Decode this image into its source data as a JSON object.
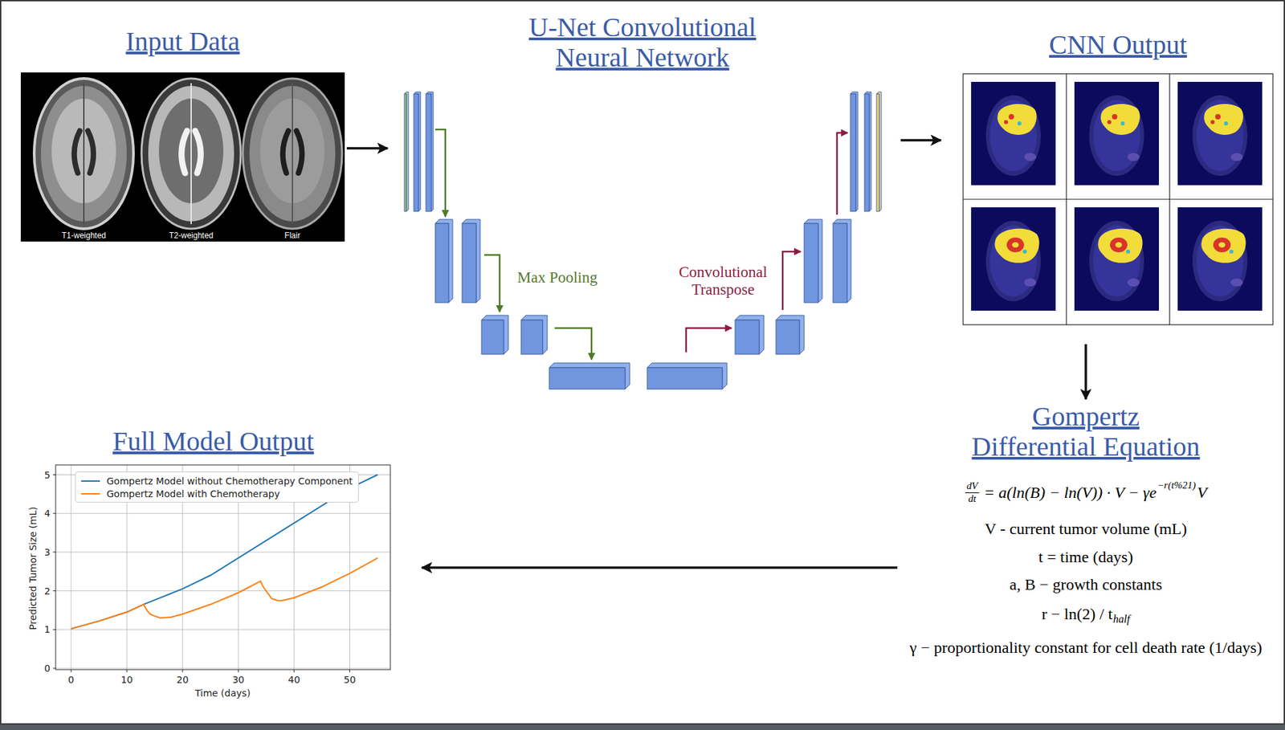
{
  "diagram": {
    "nodes": [
      {
        "text": [
          "Input Data",
          "T1-weighted",
          "T2-weighted",
          "Flair"
        ]
      },
      {
        "text": [
          "U-Net Convolutional Neural Network",
          "Max Pooling",
          "Convolutional Transpose"
        ]
      },
      {
        "text": [
          "CNN Output"
        ]
      },
      {
        "text": [
          "Gompertz Differential Equation",
          "dV",
          "dt",
          "= a(ln(B) − ln(V)) · V − γe",
          "−r(t%21)",
          "V",
          "V - current tumor volume (mL)",
          "t = time (days)",
          "a, B − growth constants",
          "r − ln(2) / t",
          "half",
          "γ − proportionality constant for cell death rate (1/days)"
        ]
      },
      {
        "text": [
          "Full Model Output"
        ]
      }
    ],
    "edges": [
      {
        "from": 0,
        "to": 1,
        "arrow": "to"
      },
      {
        "from": 1,
        "to": 2,
        "arrow": "to"
      },
      {
        "from": 2,
        "to": 3,
        "arrow": "to"
      },
      {
        "from": 3,
        "to": 4,
        "arrow": "to"
      }
    ],
    "labels": [
      "Predicted Tumor Size (mL)",
      "5",
      "4",
      "3",
      "2",
      "1",
      "0",
      "0",
      "10",
      "20",
      "30",
      "40",
      "50",
      "Time (days)"
    ],
    "legend": [
      {
        "text": "Gompertz Model without Chemotherapy Component"
      },
      {
        "text": "Gompertz Model with Chemotherapy"
      }
    ]
  }
}
